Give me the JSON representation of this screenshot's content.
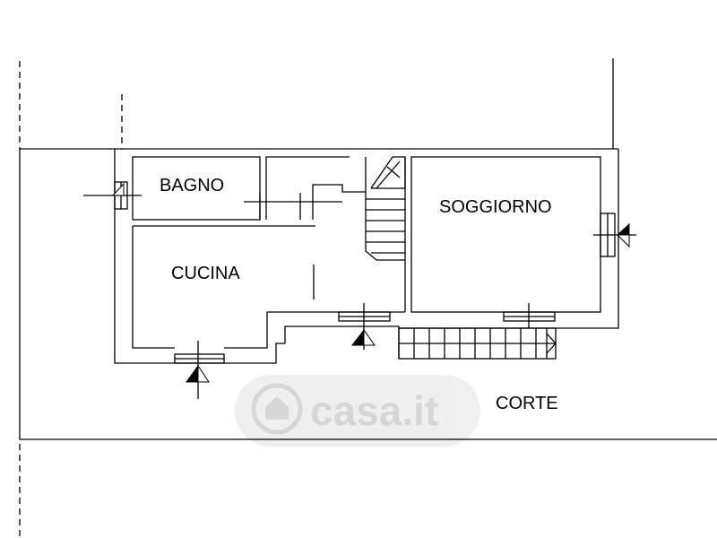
{
  "rooms": {
    "bagno": "BAGNO",
    "cucina": "CUCINA",
    "soggiorno": "SOGGIORNO",
    "corte": "CORTE"
  },
  "watermark": "casa.it",
  "colors": {
    "line": "#000000",
    "background": "#ffffff",
    "watermark": "#d2d2d2"
  }
}
